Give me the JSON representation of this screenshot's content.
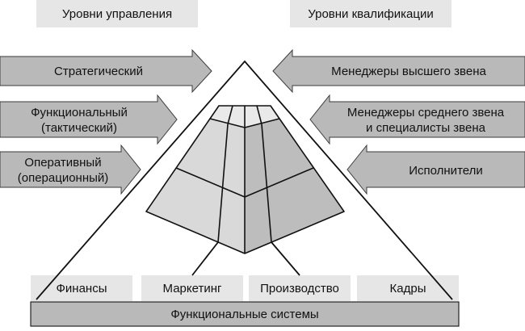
{
  "headers": {
    "levels_management": "Уровни управления",
    "levels_qualification": "Уровни квалификации"
  },
  "left_arrows": [
    {
      "line1": "Стратегический",
      "line2": ""
    },
    {
      "line1": "Функциональный",
      "line2": "(тактический)"
    },
    {
      "line1": "Оперативный",
      "line2": "(операционный)"
    }
  ],
  "right_arrows": [
    {
      "line1": "Менеджеры высшего звена",
      "line2": ""
    },
    {
      "line1": "Менеджеры среднего звена",
      "line2": "и специалисты звена"
    },
    {
      "line1": "Исполнители",
      "line2": ""
    }
  ],
  "functions": [
    "Финансы",
    "Маркетинг",
    "Производство",
    "Кадры"
  ],
  "base_label": "Функциональные системы",
  "colors": {
    "arrow_fill": "#b9b9b9",
    "header_box": "#e6e6e6",
    "pyramid_left": "#d9d9d9",
    "pyramid_right": "#bdbdbd"
  }
}
